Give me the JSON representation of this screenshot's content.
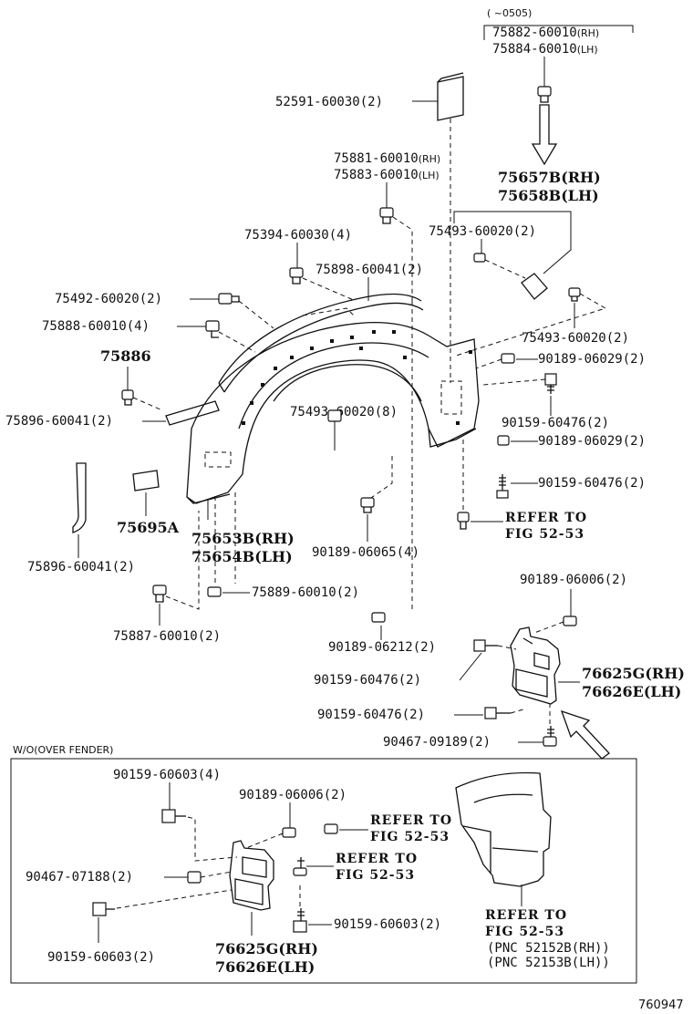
{
  "note_top": "(    ~0505)",
  "labels": {
    "p75882": "75882-60010",
    "p75882s": "(RH)",
    "p75884": "75884-60010",
    "p75884s": "(LH)",
    "p52591": "52591-60030(2)",
    "p75881": "75881-60010",
    "p75881s": "(RH)",
    "p75883": "75883-60010",
    "p75883s": "(LH)",
    "p75657": "75657B(RH)",
    "p75658": "75658B(LH)",
    "p75394": "75394-60030(4)",
    "p75493a": "75493-60020(2)",
    "p75898": "75898-60041(2)",
    "p75492": "75492-60020(2)",
    "p75888": "75888-60010(4)",
    "p75493b": "75493-60020(2)",
    "p75886": "75886",
    "p90189a": "90189-06029(2)",
    "p75896a": "75896-60041(2)",
    "p75493c": "75493-60020(8)",
    "p90159a": "90159-60476(2)",
    "p90189b": "90189-06029(2)",
    "p90159b": "90159-60476(2)",
    "p75695": "75695A",
    "p75653": "75653B(RH)",
    "p75654": "75654B(LH)",
    "ref1a": "REFER TO",
    "ref1b": "FIG 52-53",
    "p75896b": "75896-60041(2)",
    "p90189c": "90189-06065(4)",
    "p90189d": "90189-06006(2)",
    "p75889": "75889-60010(2)",
    "p75887": "75887-60010(2)",
    "p90189e": "90189-06212(2)",
    "p90159c": "90159-60476(2)",
    "p76625a": "76625G(RH)",
    "p76626a": "76626E(LH)",
    "p90159d": "90159-60476(2)",
    "p90467a": "90467-09189(2)"
  },
  "inset": {
    "title": "W/O(OVER FENDER)",
    "p90159e": "90159-60603(4)",
    "p90189f": "90189-06006(2)",
    "ref2a": "REFER TO",
    "ref2b": "FIG 52-53",
    "p90467b": "90467-07188(2)",
    "ref3a": "REFER TO",
    "ref3b": "FIG 52-53",
    "p90159f": "90159-60603(2)",
    "p90159g": "90159-60603(2)",
    "p76625b": "76625G(RH)",
    "p76626b": "76626E(LH)",
    "ref4a": "REFER TO",
    "ref4b": "FIG 52-53",
    "pnc1": "(PNC 52152B(RH))",
    "pnc2": "(PNC 52153B(LH))"
  },
  "figure_id": "760947"
}
